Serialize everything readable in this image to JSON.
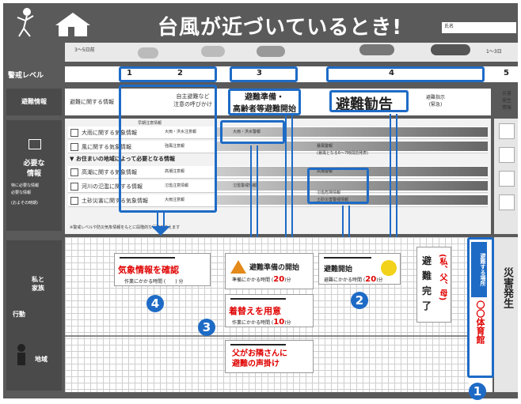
{
  "header": {
    "title": "台風が近づいているとき!",
    "name_label": "氏名"
  },
  "weather": {
    "time_label": "3〜5日前",
    "right_label": "1〜3日"
  },
  "levels": {
    "label": "警戒レベル",
    "nums": [
      "1",
      "2",
      "3",
      "4",
      "5"
    ]
  },
  "evac_info": {
    "label": "避難情報",
    "col1": "避難に関する情報",
    "col2": "自主避難など\n注意の呼びかけ",
    "col3": "避難準備・\n高齢者等避難開始",
    "col4": "避難勧告",
    "col4b": "避難指示\n(緊急)",
    "col5": "災害\n発生\n情報"
  },
  "info_rows": {
    "side_label": "必要な\n情報",
    "side_opt1": "特に必要な情報",
    "side_opt2": "必要な情報",
    "side_note": "(およその時期)",
    "r1": "大雨に関する気象情報",
    "r1b": "大雨・洪水注意報",
    "r1c": "大雨・洪水警報",
    "r2": "風に関する気象情報",
    "r2b": "強風注意報",
    "r2c": "暴風警報",
    "r2d": "(暴風となる6〜7時間前発表)",
    "r3": "▼ お住まいの地域によって必要となる情報",
    "r4": "高潮に関する気象情報",
    "r4b": "高潮注意報",
    "r4c": "高潮警報",
    "r5": "河川の氾濫に関する情報",
    "r5b": "氾濫注意情報",
    "r5c": "氾濫警戒情報",
    "r5d": "氾濫危険情報",
    "r6": "土砂災害に関する気象情報",
    "r6b": "大雨注意報",
    "r6c": "土砂災害警戒情報",
    "pre": "早期注意情報",
    "foot": "※警戒レベルや防災気象情報をもとに段階的な行動を考えます"
  },
  "action": {
    "label": "行動",
    "row1": "私と\n家族",
    "row2": "地域",
    "card1": "気象情報を確認",
    "card1_note": "作業にかかる時間 (　　) 分",
    "card2": "避難準備の開始",
    "card2_note": "準備にかかる時間 (",
    "card2_val": "20",
    "card3": "着替えを用意",
    "card3_note": "作業にかかる時間 (",
    "card3_val": "10",
    "card4": "父がお隣さんに\n避難の声掛け",
    "card5": "避難開始",
    "card5_note": "避難にかかる時間 (",
    "card5_val": "20",
    "done": "避\n難\n完\n了",
    "done_who": "(私、父、母)",
    "place_label": "避難する場所",
    "place": "〇〇体育館",
    "disaster": "災害発生"
  },
  "badges": [
    "1",
    "2",
    "3",
    "4"
  ],
  "colors": {
    "blue": "#1e6bc6",
    "red": "#e00000"
  }
}
